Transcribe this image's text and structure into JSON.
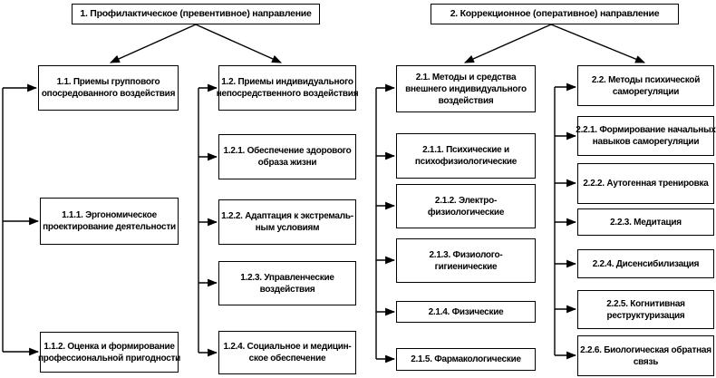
{
  "diagram": {
    "tree1": {
      "root": "1. Профилактическое (превентивное) направление",
      "branch11": {
        "header": "1.1. Приемы группового\nопосредованного воздействия",
        "children": [
          "1.1.1. Эргономическое\nпроектирование деятельности",
          "1.1.2. Оценка и формирование\nпрофессиональной пригодности"
        ]
      },
      "branch12": {
        "header": "1.2. Приемы индивидуального\nнепосредственного воздействия",
        "children": [
          "1.2.1. Обеспечение здорового\nобраза жизни",
          "1.2.2. Адаптация к экстремаль-\nным условиям",
          "1.2.3. Управленческие\nвоздействия",
          "1.2.4. Социальное и медицин-\nское обеспечение"
        ]
      }
    },
    "tree2": {
      "root": "2. Коррекционное (оперативное) направление",
      "branch21": {
        "header": "2.1. Методы и средства\nвнешнего индивидуального\nвоздействия",
        "children": [
          "2.1.1. Психические и\nпсихофизиологические",
          "2.1.2. Электро-\nфизиологические",
          "2.1.3. Физиолого-\nгигиенические",
          "2.1.4. Физические",
          "2.1.5. Фармакологические"
        ]
      },
      "branch22": {
        "header": "2.2. Методы психической\nсаморегуляции",
        "children": [
          "2.2.1. Формирование начальных\nнавыков саморегуляции",
          "2.2.2. Аутогенная тренировка",
          "2.2.3. Медитация",
          "2.2.4. Дисенсибилизация",
          "2.2.5. Когнитивная\nреструктуризация",
          "2.2.6. Биологическая обратная\nсвязь"
        ]
      }
    },
    "colors": {
      "line": "#000000",
      "box_border": "#000000",
      "background": "#ffffff",
      "text": "#000000"
    }
  }
}
